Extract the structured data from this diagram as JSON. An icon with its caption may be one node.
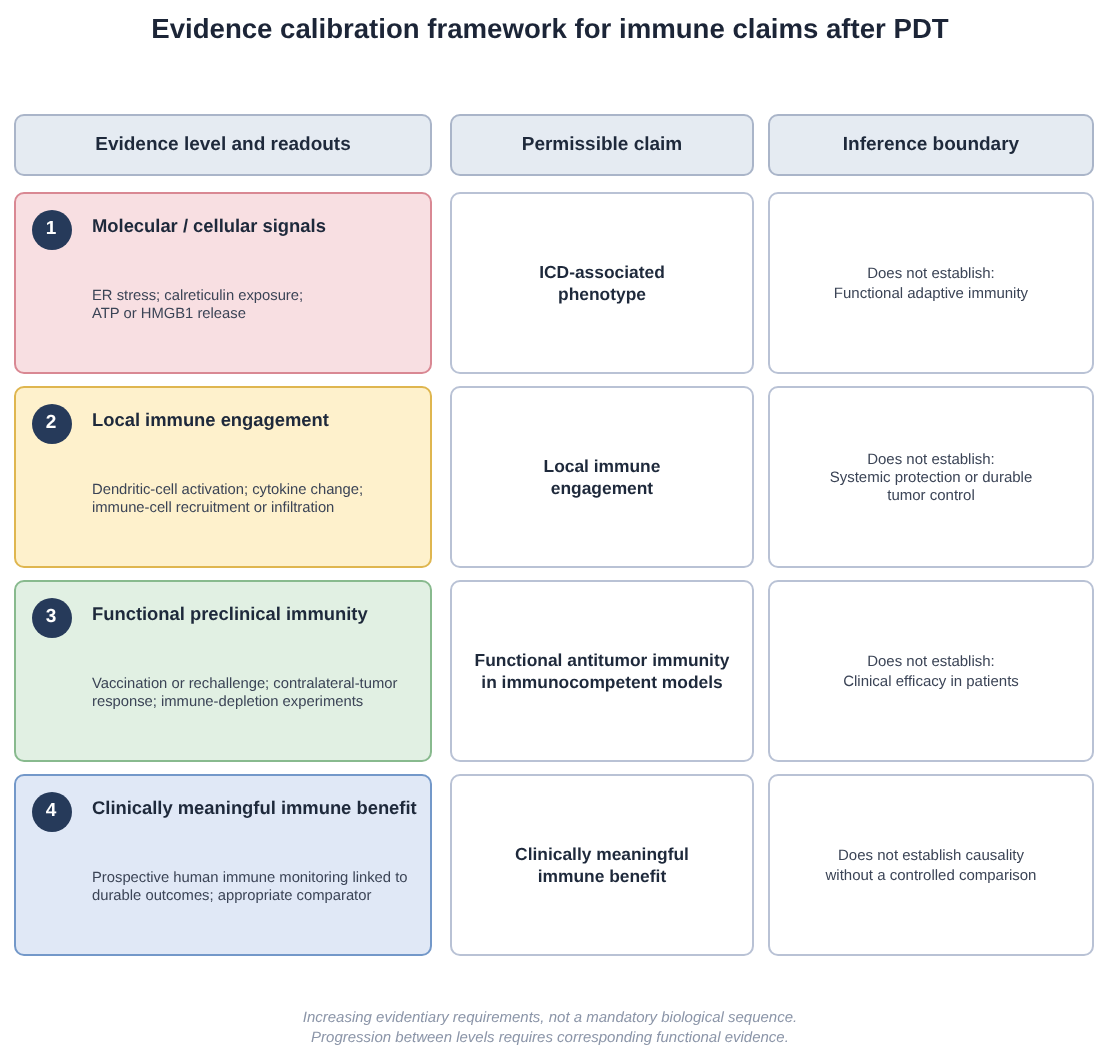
{
  "diagram": {
    "title": "Evidence calibration framework for immune claims after PDT",
    "caption": "Increasing evidentiary requirements, not a mandatory biological sequence. Progression between levels requires corresponding functional evidence.",
    "nodes": [
      {
        "text": [
          "Evidence level and readouts"
        ]
      },
      {
        "text": [
          "Permissible claim"
        ]
      },
      {
        "text": [
          "Inference boundary"
        ]
      },
      {
        "text": [
          "Molecular / cellular signals",
          "ER stress; calreticulin exposure; ATP or HMGB1 release"
        ]
      },
      {
        "text": [
          "1"
        ],
        "in": 3
      },
      {
        "text": [
          "ICD-associated phenotype"
        ]
      },
      {
        "text": [
          "Does not establish:",
          "Functional adaptive immunity"
        ]
      },
      {
        "text": [
          "Local immune engagement",
          "Dendritic-cell activation; cytokine change; immune-cell recruitment or infiltration"
        ]
      },
      {
        "text": [
          "2"
        ],
        "in": 7
      },
      {
        "text": [
          "Local immune engagement"
        ]
      },
      {
        "text": [
          "Does not establish:",
          "Systemic protection or durable tumor control"
        ]
      },
      {
        "text": [
          "Functional preclinical immunity",
          "Vaccination or rechallenge; contralateral-tumor response; immune-depletion experiments"
        ]
      },
      {
        "text": [
          "3"
        ],
        "in": 11
      },
      {
        "text": [
          "Functional antitumor immunity in immunocompetent models"
        ]
      },
      {
        "text": [
          "Does not establish:",
          "Clinical efficacy in patients"
        ]
      },
      {
        "text": [
          "Clinically meaningful immune benefit",
          "Prospective human immune monitoring linked to durable outcomes; appropriate comparator"
        ]
      },
      {
        "text": [
          "4"
        ],
        "in": 15
      },
      {
        "text": [
          "Clinically meaningful immune benefit"
        ]
      },
      {
        "text": [
          "Does not establish causality without a controlled comparison"
        ]
      }
    ]
  }
}
